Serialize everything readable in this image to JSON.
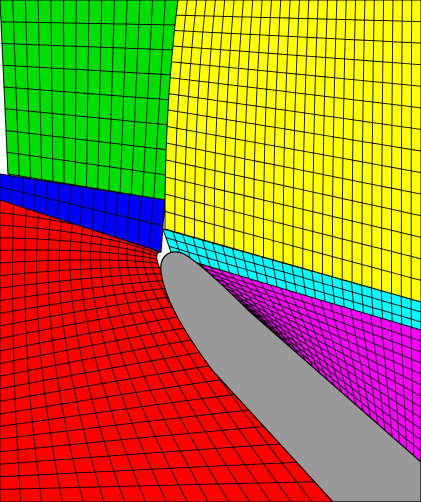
{
  "figure": {
    "kind": "structured multi-block mesh around an airfoil leading edge",
    "colors": {
      "red": "#ff0000",
      "green": "#00e000",
      "yellow": "#ffff00",
      "blue": "#0000ff",
      "cyan": "#00ffff",
      "magenta": "#ff00ff",
      "airfoil": "#999999",
      "grid_line": "#000000",
      "background": "#ffffff"
    },
    "blocks": [
      {
        "id": "red",
        "color_key": "red",
        "columns": 16,
        "rows": 24
      },
      {
        "id": "green",
        "color_key": "green",
        "columns": 14,
        "rows": 8
      },
      {
        "id": "yellow",
        "color_key": "yellow",
        "columns": 26,
        "rows": 14
      },
      {
        "id": "blue",
        "color_key": "blue",
        "columns": 14,
        "rows": 2
      },
      {
        "id": "cyan",
        "color_key": "cyan",
        "columns": 26,
        "rows": 3
      },
      {
        "id": "magenta",
        "color_key": "magenta",
        "columns": 24,
        "rows": 12
      }
    ],
    "airfoil": {
      "color_key": "airfoil",
      "label": ""
    }
  }
}
